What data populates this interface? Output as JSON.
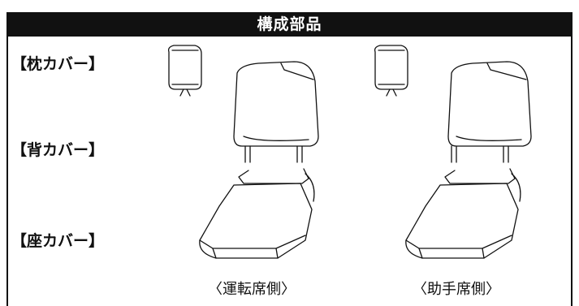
{
  "header": {
    "title": "構成部品"
  },
  "labels": {
    "pillow_cover": "【枕カバー】",
    "back_cover": "【背カバー】",
    "seat_cover": "【座カバー】"
  },
  "captions": {
    "driver_seat": "〈運転席側〉",
    "passenger_seat": "〈助手席側〉"
  }
}
